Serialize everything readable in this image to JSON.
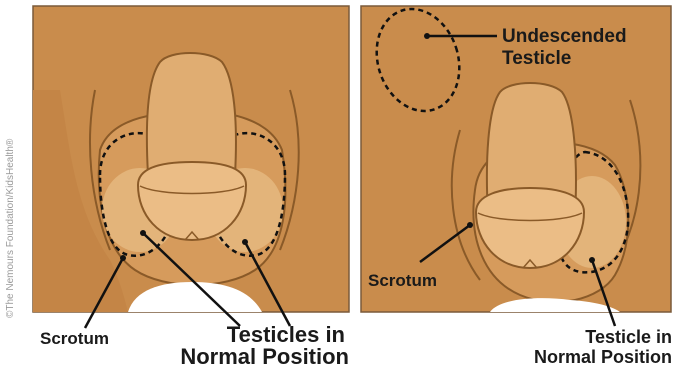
{
  "copyright": "©The Nemours Foundation/KidsHealth®",
  "left_panel": {
    "scrotum_label": "Scrotum",
    "testicles_label_line1": "Testicles in",
    "testicles_label_line2": "Normal Position"
  },
  "right_panel": {
    "undescended_line1": "Undescended",
    "undescended_line2": "Testicle",
    "scrotum_label": "Scrotum",
    "testicle_label_line1": "Testicle in",
    "testicle_label_line2": "Normal Position"
  },
  "colors": {
    "background": "#c98c4c",
    "skin_dark": "#b87a3c",
    "skin_mid": "#d9a46a",
    "skin_light": "#e8bf86",
    "outline": "#8a5a28",
    "dash": "#111111",
    "white": "#ffffff"
  }
}
